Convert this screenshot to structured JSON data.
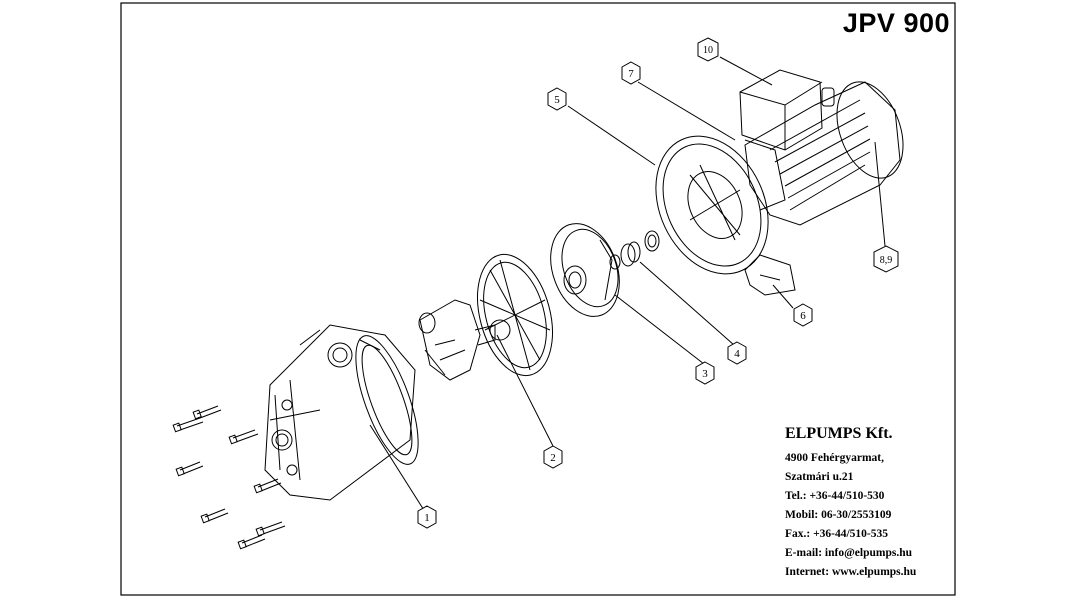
{
  "title": "JPV 900",
  "callouts": [
    {
      "id": "c1",
      "label": "1"
    },
    {
      "id": "c2",
      "label": "2"
    },
    {
      "id": "c3",
      "label": "3"
    },
    {
      "id": "c4",
      "label": "4"
    },
    {
      "id": "c5",
      "label": "5"
    },
    {
      "id": "c6",
      "label": "6"
    },
    {
      "id": "c7",
      "label": "7"
    },
    {
      "id": "c89",
      "label": "8,9"
    },
    {
      "id": "c10",
      "label": "10"
    }
  ],
  "company": {
    "name": "ELPUMPS Kft.",
    "address_line1": "4900 Fehérgyarmat,",
    "address_line2": "Szatmári u.21",
    "tel": "Tel.: +36-44/510-530",
    "mobil": "Mobil: 06-30/2553109",
    "fax": "Fax.: +36-44/510-535",
    "email": "E-mail: info@elpumps.hu",
    "internet": "Internet: www.elpumps.hu"
  },
  "colors": {
    "line": "#000000",
    "background": "#ffffff"
  }
}
